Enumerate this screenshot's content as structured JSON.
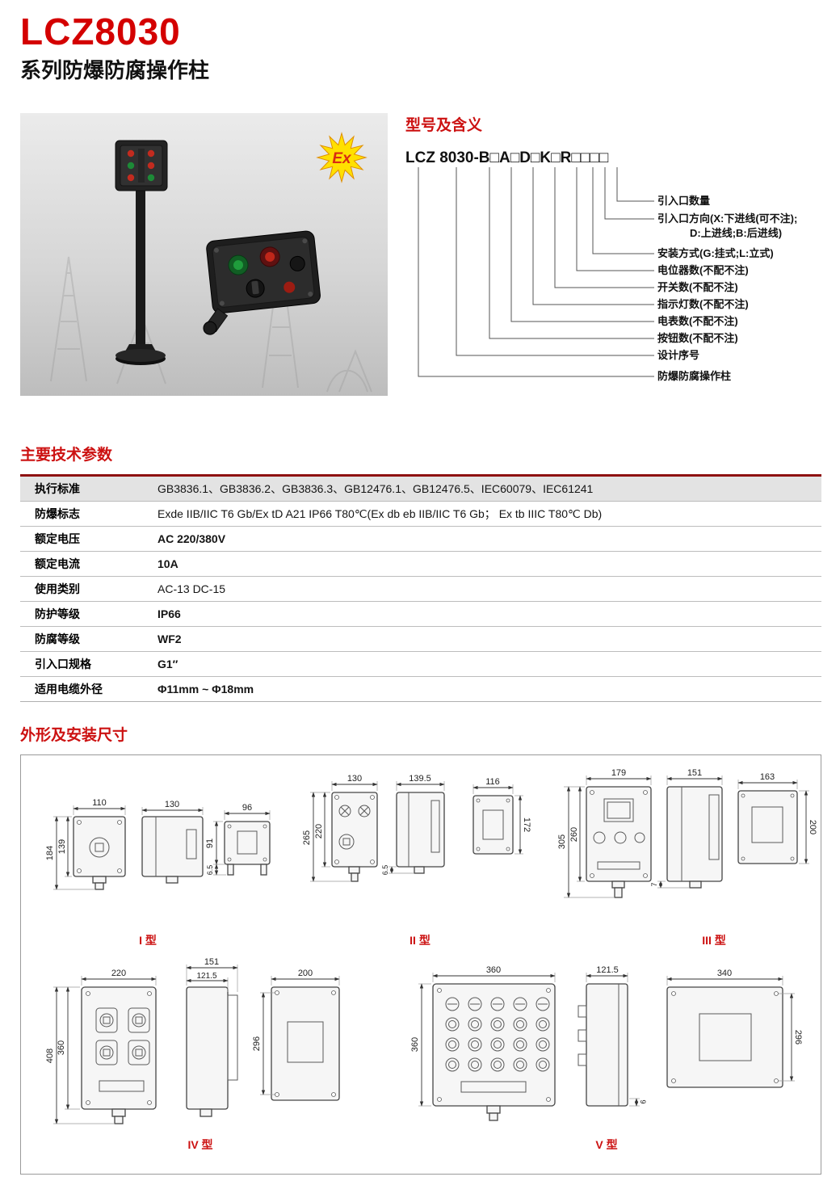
{
  "header": {
    "title": "LCZ8030",
    "subtitle": "系列防爆防腐操作柱"
  },
  "photo": {
    "ex_label": "Ex"
  },
  "model": {
    "heading": "型号及含义",
    "code": "LCZ 8030-B□A□D□K□R□□□□",
    "labels": [
      "引入口数量",
      "引入口方向(X:下进线(可不注);",
      "D:上进线;B:后进线)",
      "安装方式(G:挂式;L:立式)",
      "电位器数(不配不注)",
      "开关数(不配不注)",
      "指示灯数(不配不注)",
      "电表数(不配不注)",
      "按钮数(不配不注)",
      "设计序号",
      "防爆防腐操作柱"
    ]
  },
  "params": {
    "heading": "主要技术参数",
    "rows": [
      {
        "label": "执行标准",
        "value": "GB3836.1、GB3836.2、GB3836.3、GB12476.1、GB12476.5、IEC60079、IEC61241"
      },
      {
        "label": "防爆标志",
        "value": "Exde IIB/IIC T6 Gb/Ex tD A21 IP66 T80℃(Ex db eb IIB/IIC T6 Gb； Ex tb IIIC T80℃ Db)"
      },
      {
        "label": "额定电压",
        "value": "AC 220/380V"
      },
      {
        "label": "额定电流",
        "value": "10A"
      },
      {
        "label": "使用类别",
        "value": "AC-13  DC-15"
      },
      {
        "label": "防护等级",
        "value": "IP66"
      },
      {
        "label": "防腐等级",
        "value": "WF2"
      },
      {
        "label": "引入口规格",
        "value": "G1″"
      },
      {
        "label": "适用电缆外径",
        "value": "Φ11mm ~ Φ18mm"
      }
    ]
  },
  "dims": {
    "heading": "外形及安装尺寸",
    "types": {
      "type1": {
        "label": "I 型",
        "front_w": "110",
        "front_h_outer": "184",
        "front_h_inner": "139",
        "side_w": "130",
        "back_w": "96",
        "back_h": "91",
        "back_offset": "6.5"
      },
      "type2": {
        "label": "II 型",
        "front_w": "130",
        "front_h_outer": "265",
        "front_h_inner": "220",
        "side_w": "139.5",
        "side_offset": "6.5",
        "back_w": "116",
        "back_h": "172"
      },
      "type3": {
        "label": "III 型",
        "front_w": "179",
        "front_h_outer": "305",
        "front_h_inner": "260",
        "side_w": "151",
        "side_offset": "7",
        "back_w": "163",
        "back_h": "200"
      },
      "type4": {
        "label": "IV 型",
        "front_w": "220",
        "front_h_outer": "408",
        "front_h_inner": "360",
        "side_w_outer": "151",
        "side_w_inner": "121.5",
        "back_w": "200",
        "back_h": "296"
      },
      "type5": {
        "label": "V 型",
        "front_w": "360",
        "front_h": "360",
        "side_w": "121.5",
        "side_offset": "9",
        "back_w": "340",
        "back_h": "296"
      }
    }
  }
}
